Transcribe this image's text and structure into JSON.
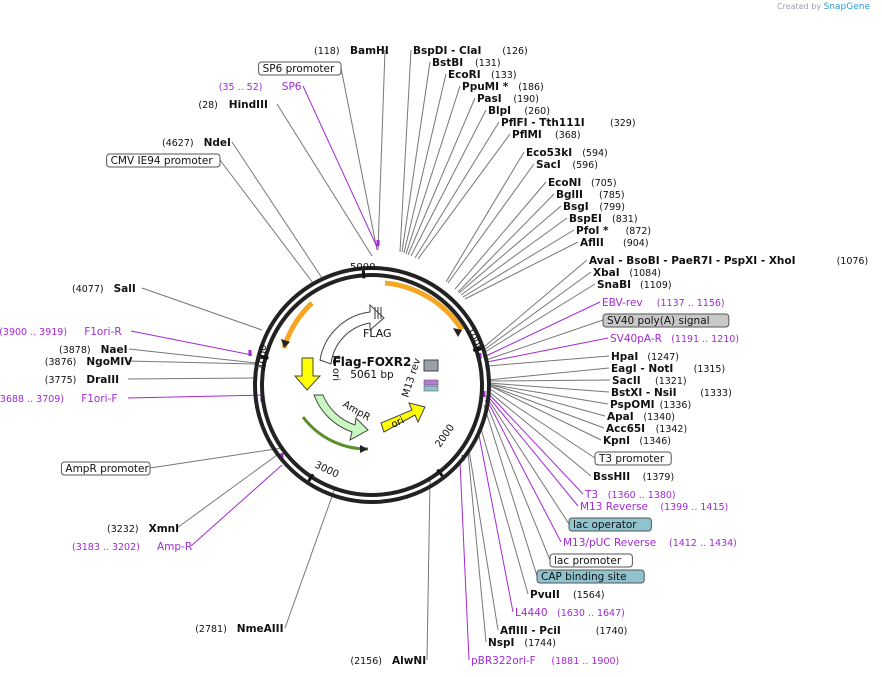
{
  "credit": {
    "prefix": "Created by",
    "brand": "SnapGene"
  },
  "plasmid": {
    "name": "Flag-FOXR2",
    "length": "5061 bp",
    "total_bp": 5061
  },
  "ticks": [
    {
      "label": "1000",
      "bp": 1000
    },
    {
      "label": "2000",
      "bp": 2000
    },
    {
      "label": "3000",
      "bp": 3000
    },
    {
      "label": "4000",
      "bp": 4000
    },
    {
      "label": "5000",
      "bp": 5000
    }
  ],
  "features": [
    {
      "name": "FLAG",
      "kind": "white-arrow"
    },
    {
      "name": "f1 ori",
      "kind": "yellow-arrow"
    },
    {
      "name": "AmpR",
      "kind": "green-arrow"
    },
    {
      "name": "ori",
      "kind": "yellow-arrow"
    },
    {
      "name": "M13 rev",
      "kind": "gray-box"
    }
  ],
  "right_labels": [
    {
      "text": "BspDI - ClaI",
      "pos": "(126)",
      "style": "enzyme"
    },
    {
      "text": "BstBI",
      "pos": "(131)",
      "style": "enzyme"
    },
    {
      "text": "EcoRI",
      "pos": "(133)",
      "style": "enzyme"
    },
    {
      "text": "PpuMI *",
      "pos": "(186)",
      "style": "enzyme"
    },
    {
      "text": "PasI",
      "pos": "(190)",
      "style": "enzyme"
    },
    {
      "text": "BlpI",
      "pos": "(260)",
      "style": "enzyme"
    },
    {
      "text": "PflFI - Tth111I",
      "pos": "(329)",
      "style": "enzyme"
    },
    {
      "text": "PflMI",
      "pos": "(368)",
      "style": "enzyme"
    },
    {
      "text": "Eco53kI",
      "pos": "(594)",
      "style": "enzyme"
    },
    {
      "text": "SacI",
      "pos": "(596)",
      "style": "enzyme"
    },
    {
      "text": "EcoNI",
      "pos": "(705)",
      "style": "enzyme"
    },
    {
      "text": "BglII",
      "pos": "(785)",
      "style": "enzyme"
    },
    {
      "text": "BsgI",
      "pos": "(799)",
      "style": "enzyme"
    },
    {
      "text": "BspEI",
      "pos": "(831)",
      "style": "enzyme"
    },
    {
      "text": "PfoI *",
      "pos": "(872)",
      "style": "enzyme"
    },
    {
      "text": "AflII",
      "pos": "(904)",
      "style": "enzyme"
    },
    {
      "text": "AvaI - BsoBI - PaeR7I - PspXI - XhoI",
      "pos": "(1076)",
      "style": "enzyme"
    },
    {
      "text": "XbaI",
      "pos": "(1084)",
      "style": "enzyme"
    },
    {
      "text": "SnaBI",
      "pos": "(1109)",
      "style": "enzyme"
    },
    {
      "text": "EBV-rev",
      "pos": "(1137 .. 1156)",
      "style": "purple"
    },
    {
      "text": "SV40 poly(A) signal",
      "pos": "",
      "style": "box-gray"
    },
    {
      "text": "SV40pA-R",
      "pos": "(1191 .. 1210)",
      "style": "purple"
    },
    {
      "text": "HpaI",
      "pos": "(1247)",
      "style": "enzyme"
    },
    {
      "text": "EagI - NotI",
      "pos": "(1315)",
      "style": "enzyme"
    },
    {
      "text": "SacII",
      "pos": "(1321)",
      "style": "enzyme"
    },
    {
      "text": "BstXI - NsiI",
      "pos": "(1333)",
      "style": "enzyme"
    },
    {
      "text": "PspOMI",
      "pos": "(1336)",
      "style": "enzyme"
    },
    {
      "text": "ApaI",
      "pos": "(1340)",
      "style": "enzyme"
    },
    {
      "text": "Acc65I",
      "pos": "(1342)",
      "style": "enzyme"
    },
    {
      "text": "KpnI",
      "pos": "(1346)",
      "style": "enzyme"
    },
    {
      "text": "T3 promoter",
      "pos": "",
      "style": "box-white"
    },
    {
      "text": "BssHII",
      "pos": "(1379)",
      "style": "enzyme"
    },
    {
      "text": "T3",
      "pos": "(1360 .. 1380)",
      "style": "purple"
    },
    {
      "text": "M13 Reverse",
      "pos": "(1399 .. 1415)",
      "style": "purple"
    },
    {
      "text": "lac operator",
      "pos": "",
      "style": "box-teal"
    },
    {
      "text": "M13/pUC Reverse",
      "pos": "(1412 .. 1434)",
      "style": "purple"
    },
    {
      "text": "lac promoter",
      "pos": "",
      "style": "box-white"
    },
    {
      "text": "CAP binding site",
      "pos": "",
      "style": "box-teal"
    },
    {
      "text": "PvuII",
      "pos": "(1564)",
      "style": "enzyme"
    },
    {
      "text": "L4440",
      "pos": "(1630 .. 1647)",
      "style": "purple"
    },
    {
      "text": "AflIII - PciI",
      "pos": "(1740)",
      "style": "enzyme"
    },
    {
      "text": "NspI",
      "pos": "(1744)",
      "style": "enzyme"
    },
    {
      "text": "pBR322ori-F",
      "pos": "(1881 .. 1900)",
      "style": "purple"
    }
  ],
  "left_labels": [
    {
      "text": "BamHI",
      "pos": "(118)",
      "style": "enzyme"
    },
    {
      "text": "SP6 promoter",
      "pos": "",
      "style": "box-white"
    },
    {
      "text": "SP6",
      "pos": "(35 .. 52)",
      "style": "purple"
    },
    {
      "text": "HindIII",
      "pos": "(28)",
      "style": "enzyme"
    },
    {
      "text": "NdeI",
      "pos": "(4627)",
      "style": "enzyme"
    },
    {
      "text": "CMV IE94 promoter",
      "pos": "",
      "style": "box-white"
    },
    {
      "text": "SalI",
      "pos": "(4077)",
      "style": "enzyme"
    },
    {
      "text": "F1ori-R",
      "pos": "(3900 .. 3919)",
      "style": "purple"
    },
    {
      "text": "NaeI",
      "pos": "(3878)",
      "style": "enzyme"
    },
    {
      "text": "NgoMIV",
      "pos": "(3876)",
      "style": "enzyme"
    },
    {
      "text": "DraIII",
      "pos": "(3775)",
      "style": "enzyme"
    },
    {
      "text": "F1ori-F",
      "pos": "(3688 .. 3709)",
      "style": "purple"
    },
    {
      "text": "AmpR promoter",
      "pos": "",
      "style": "box-white"
    },
    {
      "text": "XmnI",
      "pos": "(3232)",
      "style": "enzyme"
    },
    {
      "text": "Amp-R",
      "pos": "(3183 .. 3202)",
      "style": "purple"
    },
    {
      "text": "NmeAIII",
      "pos": "(2781)",
      "style": "enzyme"
    },
    {
      "text": "AlwNI",
      "pos": "(2156)",
      "style": "enzyme"
    }
  ],
  "colors": {
    "purple": "#a229d6",
    "yellow": "#ffff00",
    "green": "#c8f7c0",
    "orange": "#f5a623",
    "teal": "#8ec3cf",
    "gray": "#c8c8c8"
  }
}
